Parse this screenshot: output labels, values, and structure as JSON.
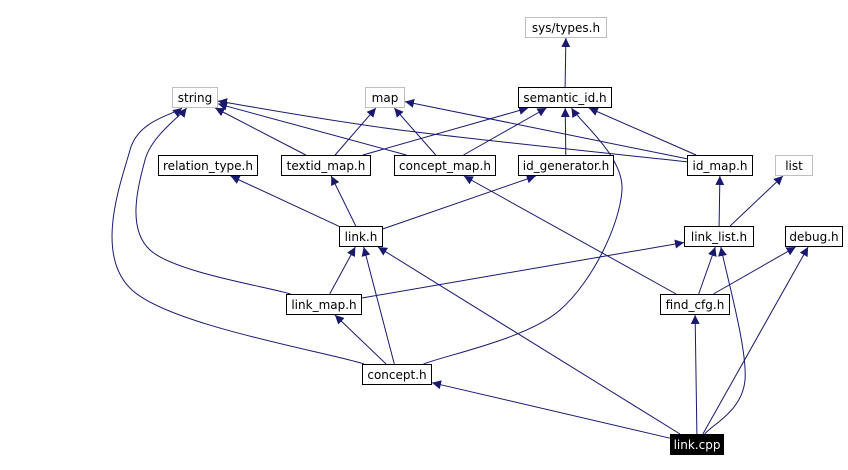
{
  "diagram": {
    "colors": {
      "edge": "#191970",
      "node_border": "#000000",
      "external_border": "#bfbfbf",
      "root_fill": "#000000",
      "root_text": "#ffffff"
    },
    "nodes": {
      "sys_types": {
        "label": "sys/types.h",
        "kind": "external"
      },
      "semantic_id": {
        "label": "semantic_id.h",
        "kind": "header"
      },
      "string": {
        "label": "string",
        "kind": "external"
      },
      "map": {
        "label": "map",
        "kind": "external"
      },
      "relation_type": {
        "label": "relation_type.h",
        "kind": "header"
      },
      "textid_map": {
        "label": "textid_map.h",
        "kind": "header"
      },
      "concept_map": {
        "label": "concept_map.h",
        "kind": "header"
      },
      "id_generator": {
        "label": "id_generator.h",
        "kind": "header"
      },
      "id_map": {
        "label": "id_map.h",
        "kind": "header"
      },
      "list": {
        "label": "list",
        "kind": "external"
      },
      "link_h": {
        "label": "link.h",
        "kind": "header"
      },
      "link_list": {
        "label": "link_list.h",
        "kind": "header"
      },
      "debug": {
        "label": "debug.h",
        "kind": "header"
      },
      "link_map": {
        "label": "link_map.h",
        "kind": "header"
      },
      "find_cfg": {
        "label": "find_cfg.h",
        "kind": "header"
      },
      "concept": {
        "label": "concept.h",
        "kind": "header"
      },
      "link_cpp": {
        "label": "link.cpp",
        "kind": "root"
      }
    },
    "edges": [
      {
        "from": "semantic_id",
        "to": "sys_types"
      },
      {
        "from": "textid_map",
        "to": "string"
      },
      {
        "from": "textid_map",
        "to": "map"
      },
      {
        "from": "textid_map",
        "to": "semantic_id"
      },
      {
        "from": "concept_map",
        "to": "string"
      },
      {
        "from": "concept_map",
        "to": "map"
      },
      {
        "from": "concept_map",
        "to": "semantic_id"
      },
      {
        "from": "id_generator",
        "to": "semantic_id"
      },
      {
        "from": "id_map",
        "to": "string"
      },
      {
        "from": "id_map",
        "to": "map"
      },
      {
        "from": "id_map",
        "to": "semantic_id"
      },
      {
        "from": "link_h",
        "to": "relation_type"
      },
      {
        "from": "link_h",
        "to": "textid_map"
      },
      {
        "from": "link_h",
        "to": "id_generator"
      },
      {
        "from": "link_list",
        "to": "id_map"
      },
      {
        "from": "link_list",
        "to": "list"
      },
      {
        "from": "link_map",
        "to": "string"
      },
      {
        "from": "link_map",
        "to": "link_h"
      },
      {
        "from": "link_map",
        "to": "link_list"
      },
      {
        "from": "find_cfg",
        "to": "concept_map"
      },
      {
        "from": "find_cfg",
        "to": "link_list"
      },
      {
        "from": "find_cfg",
        "to": "debug"
      },
      {
        "from": "concept",
        "to": "string"
      },
      {
        "from": "concept",
        "to": "semantic_id"
      },
      {
        "from": "concept",
        "to": "link_h"
      },
      {
        "from": "concept",
        "to": "link_map"
      },
      {
        "from": "link_cpp",
        "to": "link_h"
      },
      {
        "from": "link_cpp",
        "to": "concept"
      },
      {
        "from": "link_cpp",
        "to": "link_list"
      },
      {
        "from": "link_cpp",
        "to": "find_cfg"
      },
      {
        "from": "link_cpp",
        "to": "debug"
      }
    ]
  }
}
